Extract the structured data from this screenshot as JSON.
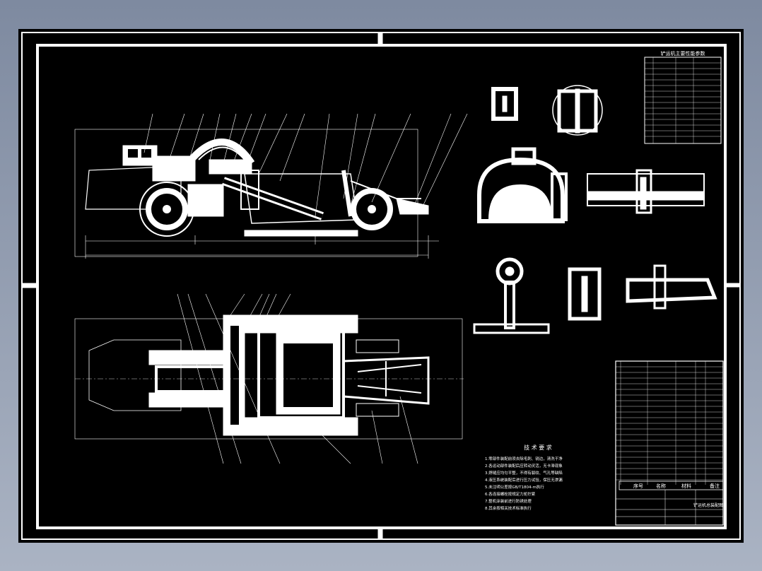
{
  "drawing": {
    "tech_requirements_title": "技 术 要 求",
    "tech_lines": [
      "1.零部件装配前须去除毛刺、锐边，清洗干净",
      "2.各运动部件装配后应转动灵活，无卡滞现象",
      "3.焊缝应均匀平整，不得有裂纹、气孔等缺陷",
      "4.液压系统装配后进行压力试验，保压无渗漏",
      "5.未注明公差按GB/T1804-m执行",
      "6.各连接螺栓按规定力矩拧紧",
      "7.整机涂装前进行防锈处理",
      "8.其余按相关技术标准执行"
    ],
    "spec_table_title": "铲运机主要性能参数",
    "parts_header": {
      "no": "序号",
      "name": "名称",
      "material": "材料",
      "remark": "备注"
    },
    "title_block": {
      "drawing_title": "铲运机总装配图"
    }
  },
  "colors": {
    "background": "#000000",
    "lines": "#ffffff",
    "outer": "#8f99ad"
  }
}
